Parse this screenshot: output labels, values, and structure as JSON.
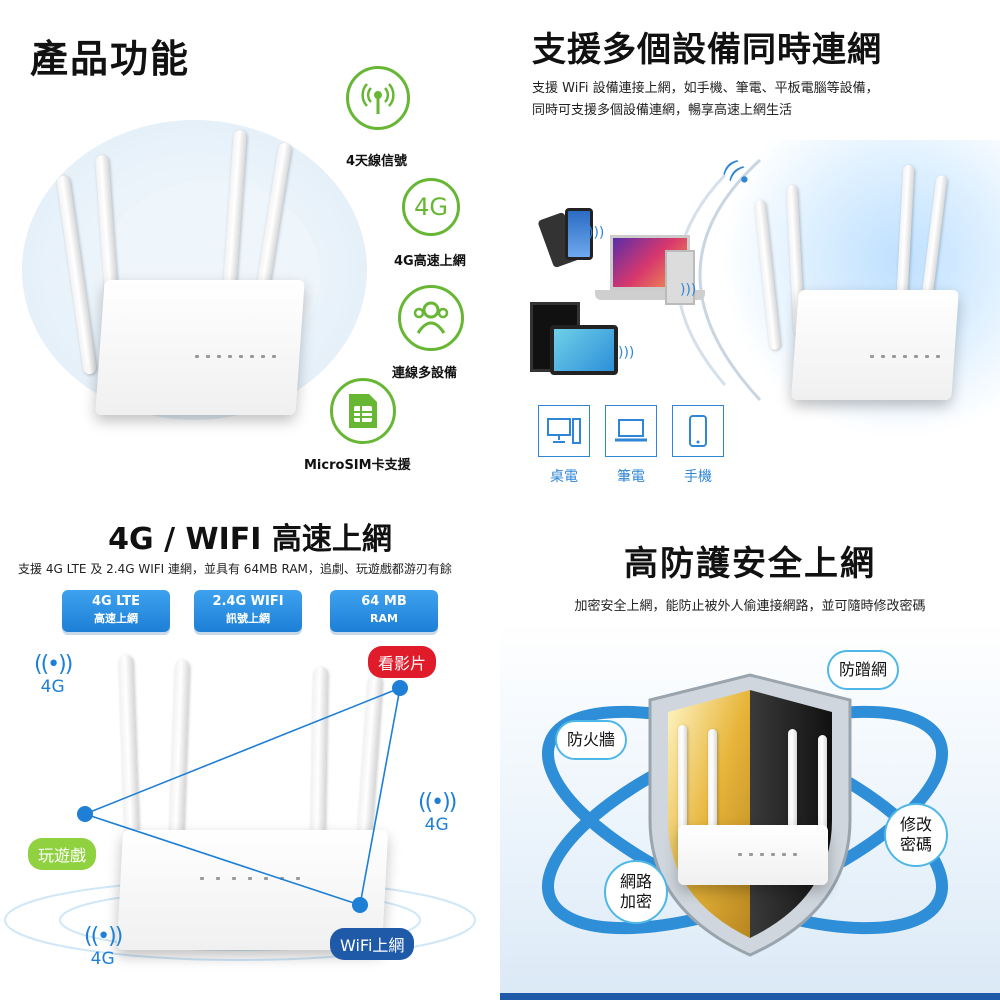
{
  "q1": {
    "title": "產品功能",
    "features": [
      {
        "icon": "antenna-icon",
        "label": "4天線信號"
      },
      {
        "icon": "4g-icon",
        "icon_text": "4G",
        "label": "4G高速上網"
      },
      {
        "icon": "users-icon",
        "label": "連線多設備"
      },
      {
        "icon": "sim-card-icon",
        "label": "MicroSIM卡支援"
      }
    ],
    "accent": "#67b634"
  },
  "q2": {
    "title": "支援多個設備同時連網",
    "desc_line1": "支援 WiFi 設備連接上網，如手機、筆電、平板電腦等設備，",
    "desc_line2": "同時可支援多個設備連網，暢享高速上網生活",
    "devices": [
      {
        "icon": "desktop-icon",
        "label": "桌電"
      },
      {
        "icon": "laptop-icon",
        "label": "筆電"
      },
      {
        "icon": "phone-icon",
        "label": "手機"
      }
    ],
    "accent": "#2f86d6"
  },
  "q3": {
    "title": "4G / WIFI 高速上網",
    "desc": "支援 4G LTE 及 2.4G WIFI 連網，並具有 64MB RAM，追劇、玩遊戲都游刃有餘",
    "specs": [
      {
        "line1": "4G LTE",
        "line2": "高速上網"
      },
      {
        "line1": "2.4G WIFI",
        "line2": "訊號上網"
      },
      {
        "line1": "64 MB",
        "line2": "RAM"
      }
    ],
    "tags": {
      "video": "看影片",
      "game": "玩遊戲",
      "wifi": "WiFi上網"
    },
    "signal_label": "4G",
    "colors": {
      "video": "#e01b2a",
      "game": "#8fd13f",
      "wifi": "#1f5aa8",
      "line": "#1d7fd6"
    }
  },
  "q4": {
    "title": "高防護安全上網",
    "desc": "加密安全上網，能防止被外人偷連接網路，並可隨時修改密碼",
    "bubbles": {
      "anti_leech": "防蹭網",
      "firewall": "防火牆",
      "change_pw_1": "修改",
      "change_pw_2": "密碼",
      "encrypt_1": "網路",
      "encrypt_2": "加密"
    },
    "colors": {
      "orbit": "#2e8fd8",
      "bubble_border": "#4fb7e8",
      "gold": "#e7b53a"
    }
  }
}
